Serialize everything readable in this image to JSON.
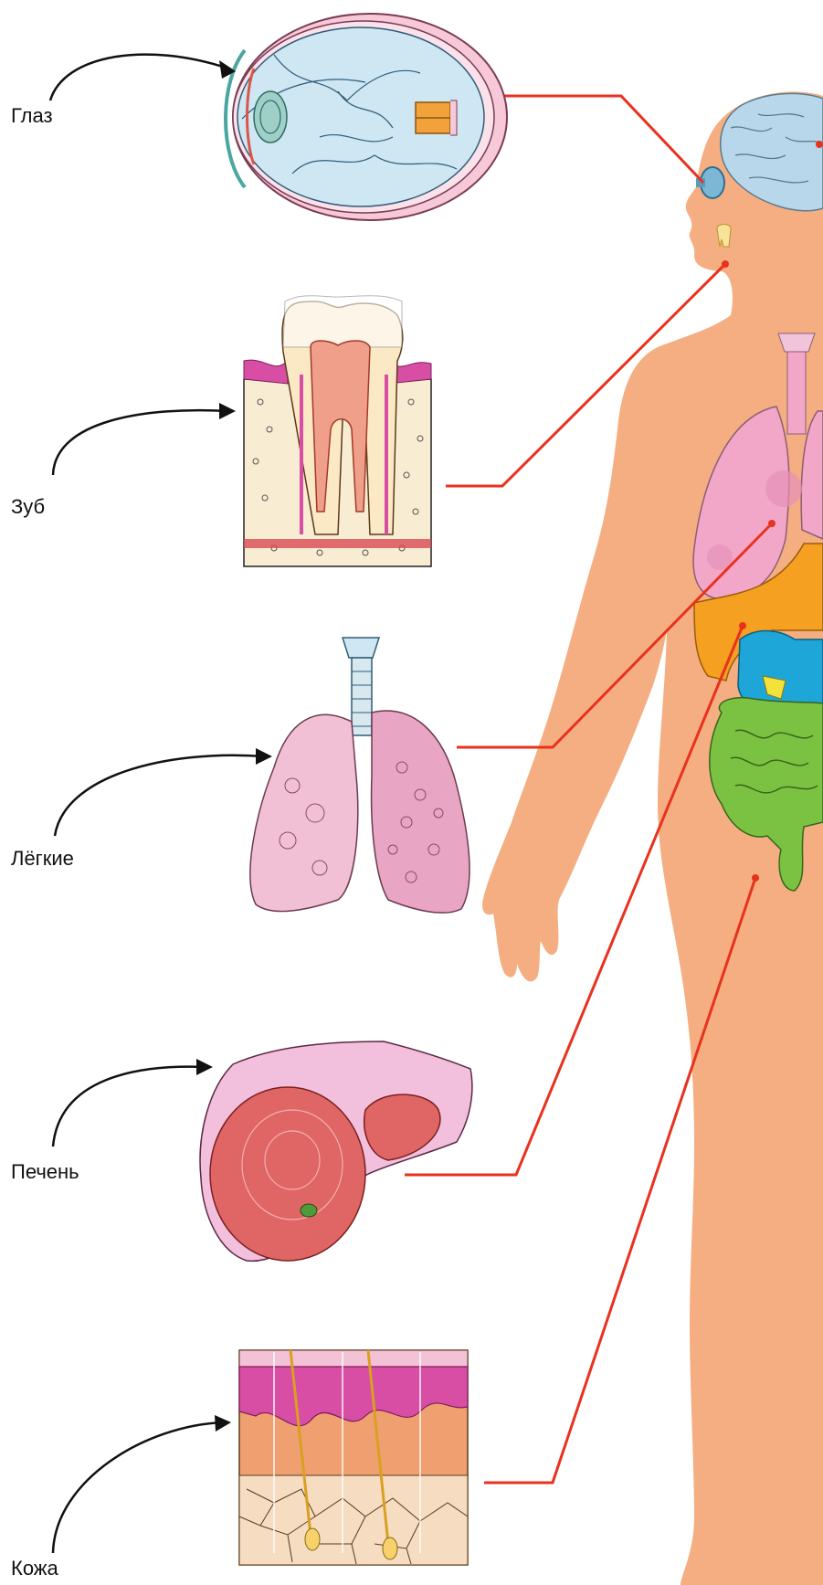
{
  "labels": {
    "eye": "Глаз",
    "tooth": "Зуб",
    "lungs": "Лёгкие",
    "liver": "Печень",
    "skin": "Кожа"
  },
  "colors": {
    "connector": "#e8321e",
    "arrow": "#111111",
    "body": "#f4ae82",
    "brain": "#b9d7ea",
    "lungs": "#f2a7c9",
    "liver_orange": "#f5a020",
    "stomach_blue": "#1fa6d8",
    "intestine_green": "#7cc242",
    "liver_red": "#e06565",
    "skin_pink": "#d84ea5",
    "skin_orange": "#f0a070"
  }
}
